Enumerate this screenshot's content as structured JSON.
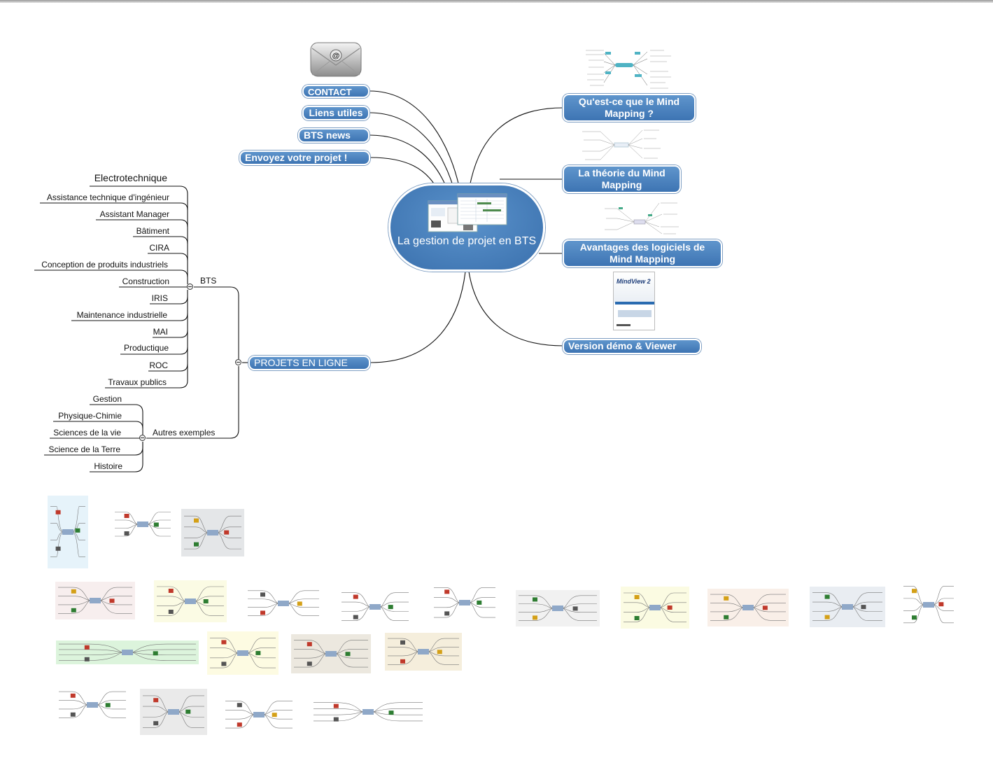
{
  "center": {
    "title": "La gestion de projet en BTS"
  },
  "left_nodes": {
    "contact": "CONTACT",
    "liens": "Liens utiles",
    "news": "BTS news",
    "envoyez": "Envoyez votre projet !",
    "projets": "PROJETS EN LIGNE"
  },
  "right_nodes": {
    "qu_est_ce": "Qu'est-ce que le Mind Mapping ?",
    "theorie": "La théorie du Mind Mapping",
    "avantages": "Avantages des logiciels de Mind Mapping",
    "version": "Version démo & Viewer"
  },
  "bts_branch": {
    "label": "BTS",
    "items": [
      "Electrotechnique",
      "Assistance technique d'ingénieur",
      "Assistant Manager",
      "Bâtiment",
      "CIRA",
      "Conception de produits industriels",
      "Construction",
      "IRIS",
      "Maintenance industrielle",
      "MAI",
      "Productique",
      "ROC",
      "Travaux publics"
    ]
  },
  "autres_branch": {
    "label": "Autres exemples",
    "items": [
      "Gestion",
      "Physique-Chimie",
      "Sciences de la vie",
      "Science de la Terre",
      "Histoire"
    ]
  },
  "mindview_cover": {
    "product": "MindView 2"
  },
  "colors": {
    "node_blue": "#4a80bd",
    "line": "#111111"
  }
}
